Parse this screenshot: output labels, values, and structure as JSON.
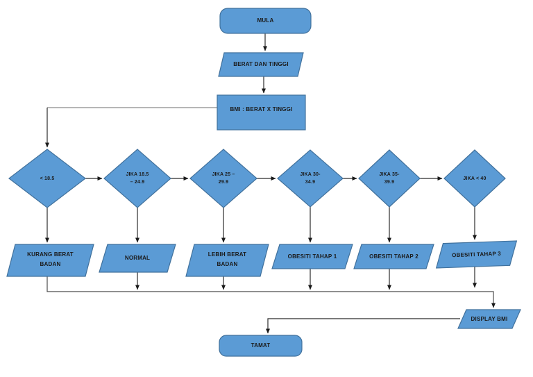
{
  "theme": {
    "background": "#ffffff",
    "shape_fill": "#5b9bd5",
    "shape_border": "#41719c",
    "connector": "#2b2b2b",
    "connector_muted": "#9e9e9e",
    "text": "#1b1b1b"
  },
  "diagram": {
    "type": "flowchart",
    "language": "Malay",
    "subject": "BMI calculation flow",
    "nodes": {
      "start": {
        "shape": "terminator",
        "lines": [
          "MULA"
        ]
      },
      "input": {
        "shape": "parallelogram",
        "lines": [
          "BERAT DAN TINGGI"
        ]
      },
      "process": {
        "shape": "rectangle",
        "lines": [
          "BMI : BERAT X TINGGI"
        ]
      },
      "d1": {
        "shape": "diamond",
        "lines": [
          "< 18.5"
        ]
      },
      "d2": {
        "shape": "diamond",
        "lines": [
          "JIKA 18.5",
          "– 24.9"
        ]
      },
      "d3": {
        "shape": "diamond",
        "lines": [
          "JIKA 25 –",
          "29.9"
        ]
      },
      "d4": {
        "shape": "diamond",
        "lines": [
          "JIKA 30-",
          "34.9"
        ]
      },
      "d5": {
        "shape": "diamond",
        "lines": [
          "JIKA 35-",
          "39.9"
        ]
      },
      "d6": {
        "shape": "diamond",
        "lines": [
          "JIKA < 40"
        ]
      },
      "o1": {
        "shape": "parallelogram",
        "lines": [
          "KURANG BERAT",
          "BADAN"
        ]
      },
      "o2": {
        "shape": "parallelogram",
        "lines": [
          "NORMAL"
        ]
      },
      "o3": {
        "shape": "parallelogram",
        "lines": [
          "LEBIH BERAT",
          "BADAN"
        ]
      },
      "o4": {
        "shape": "parallelogram",
        "lines": [
          "OBESITI TAHAP 1"
        ]
      },
      "o5": {
        "shape": "parallelogram",
        "lines": [
          "OBESITI TAHAP 2"
        ]
      },
      "o6": {
        "shape": "parallelogram",
        "lines": [
          "OBESITI TAHAP 3"
        ]
      },
      "display": {
        "shape": "parallelogram",
        "lines": [
          "DISPLAY BMI"
        ]
      },
      "end": {
        "shape": "terminator",
        "lines": [
          "TAMAT"
        ]
      }
    }
  }
}
